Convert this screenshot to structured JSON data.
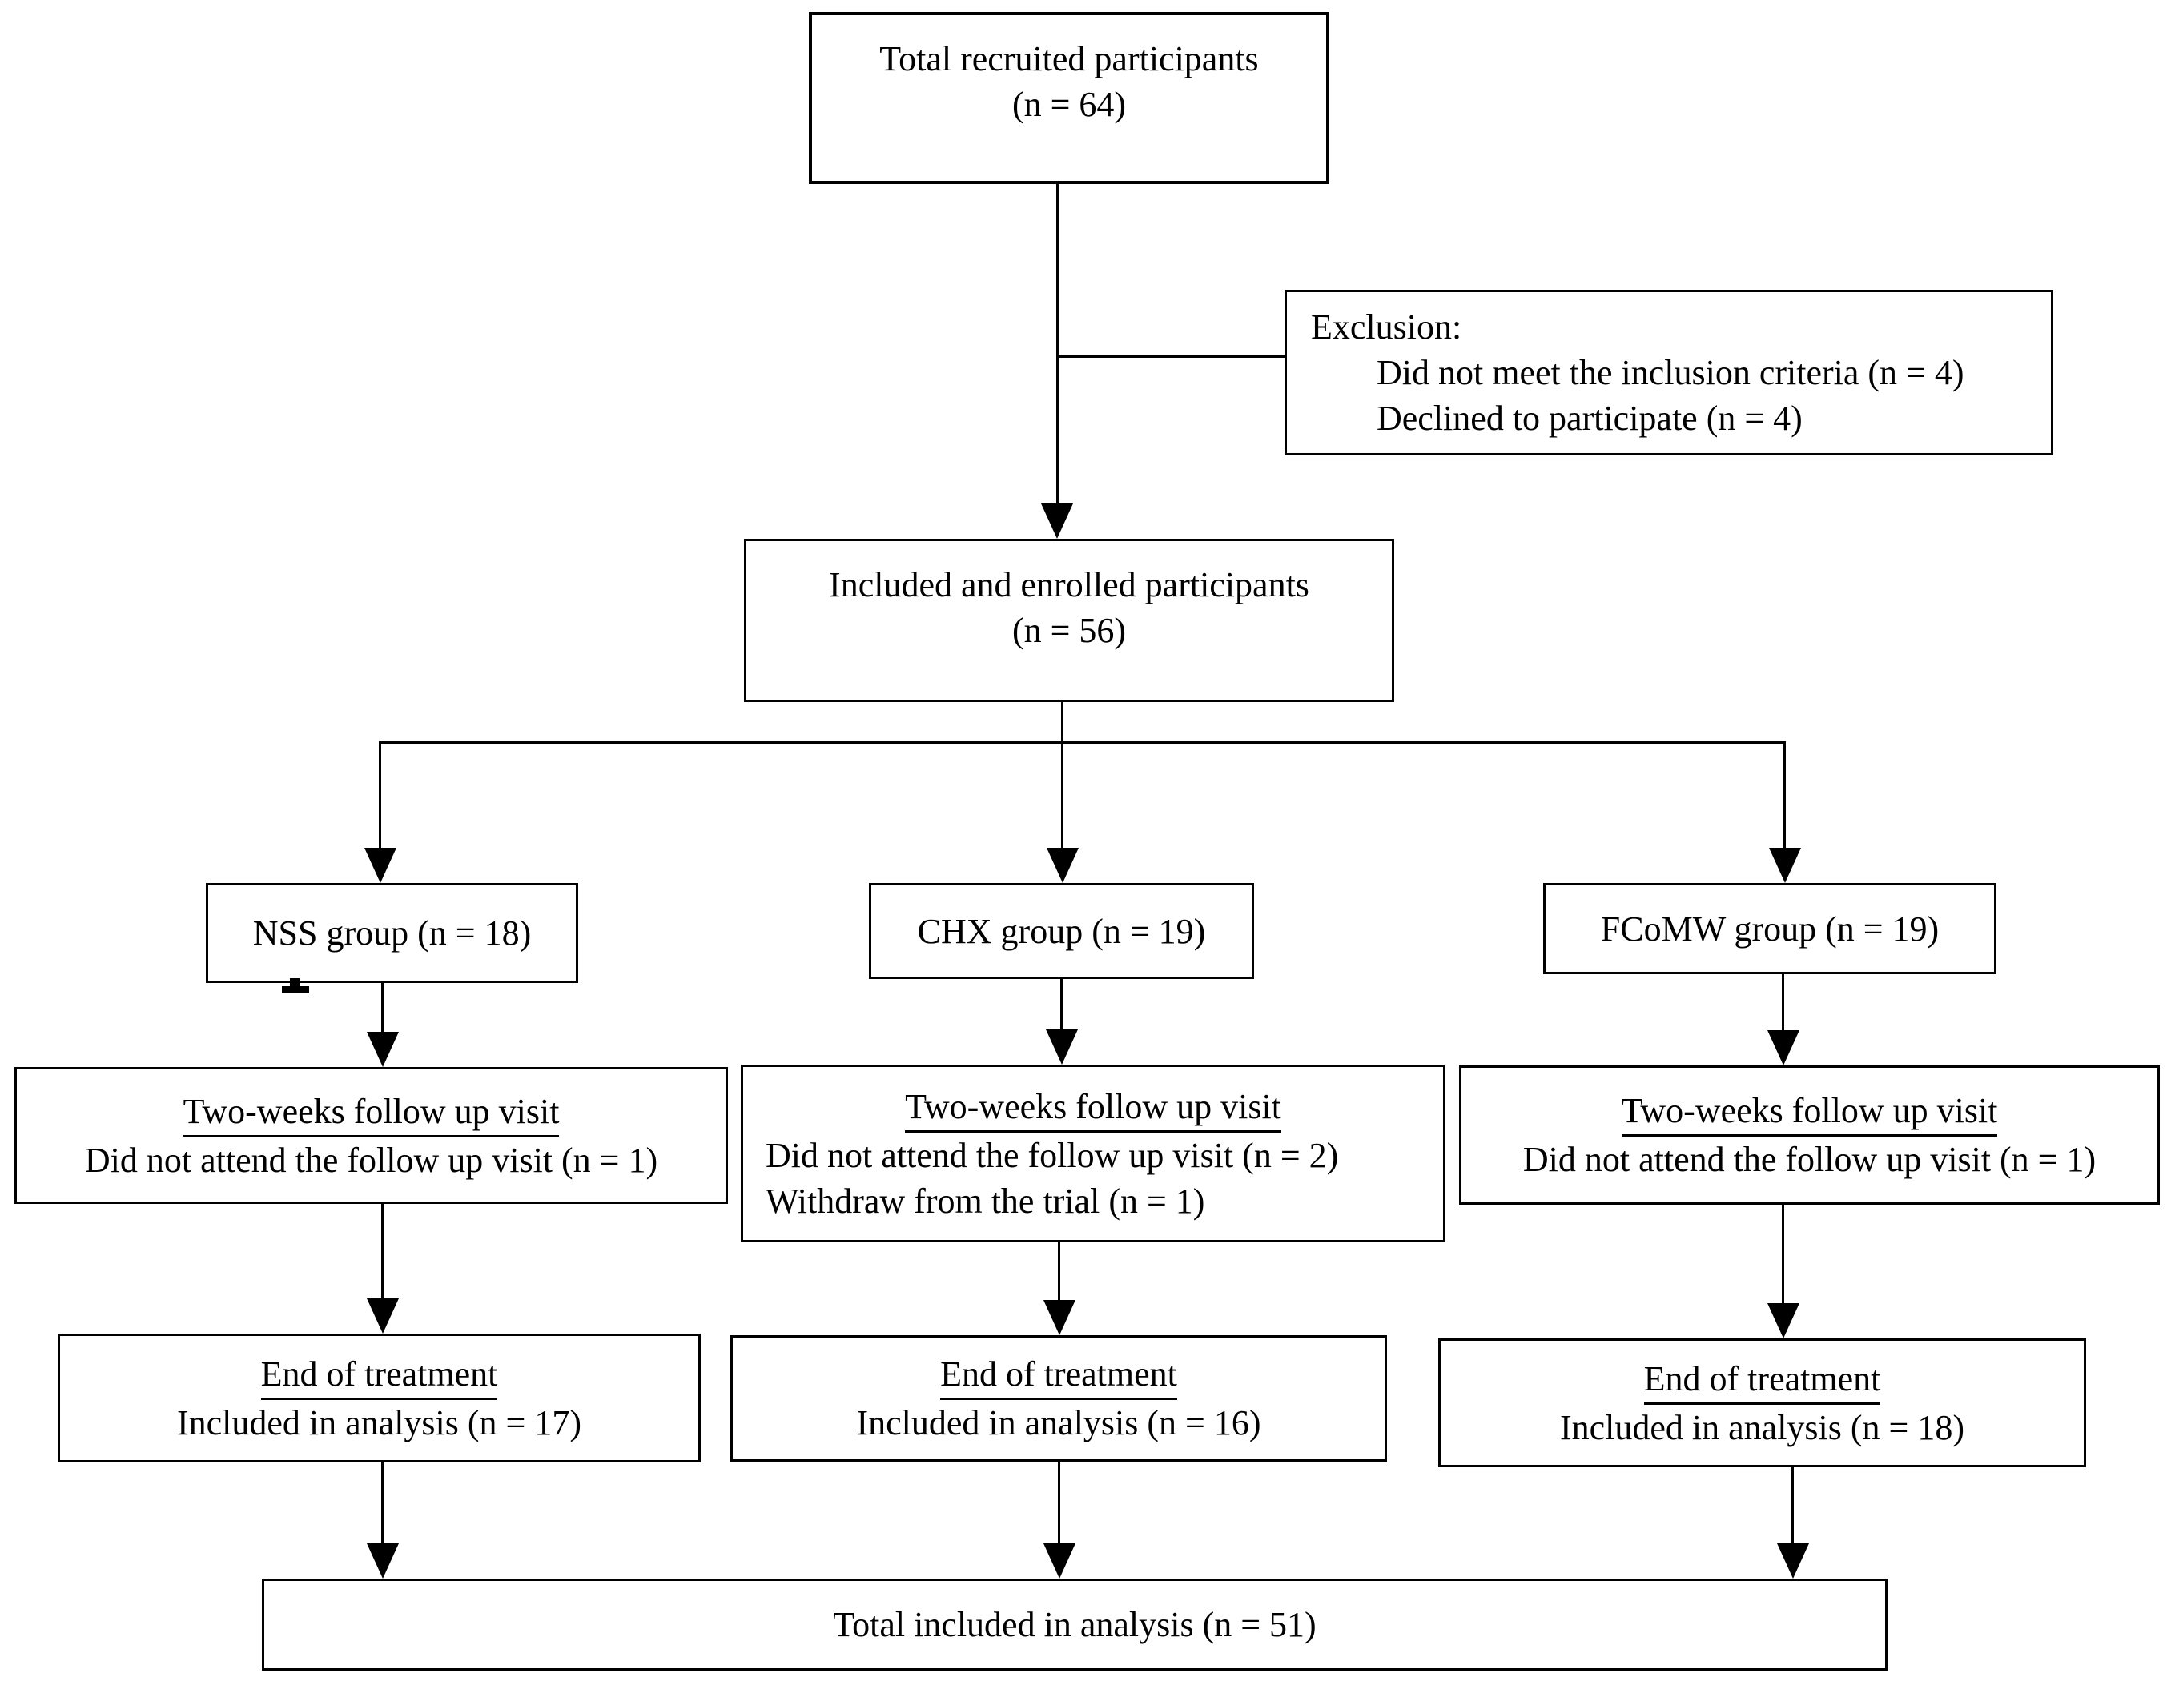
{
  "page": {
    "background_color": "#ffffff",
    "text_color": "#000000",
    "line_color": "#000000"
  },
  "nodes": {
    "recruited": {
      "line1": "Total recruited participants",
      "line2": "(n = 64)"
    },
    "exclusion": {
      "title": "Exclusion:",
      "items": [
        "Did not meet the inclusion criteria (n = 4)",
        "Declined to participate (n = 4)"
      ]
    },
    "enrolled": {
      "line1": "Included and enrolled participants",
      "line2": "(n = 56)"
    },
    "groups": [
      {
        "label": "NSS group (n = 18)",
        "followup": {
          "heading": "Two-weeks follow up visit",
          "lines": [
            "Did not attend the follow up visit (n = 1)"
          ]
        },
        "end_of_treatment": {
          "heading": "End of treatment",
          "line": "Included in analysis (n = 17)"
        }
      },
      {
        "label": "CHX group (n = 19)",
        "followup": {
          "heading": "Two-weeks follow up visit",
          "lines": [
            "Did not attend the follow up visit (n = 2)",
            "Withdraw from the trial (n = 1)"
          ]
        },
        "end_of_treatment": {
          "heading": "End of treatment",
          "line": "Included in analysis (n = 16)"
        }
      },
      {
        "label": "FCoMW group (n = 19)",
        "followup": {
          "heading": "Two-weeks follow up visit",
          "lines": [
            "Did not attend the follow up visit (n = 1)"
          ]
        },
        "end_of_treatment": {
          "heading": "End of treatment",
          "line": "Included in analysis (n = 18)"
        }
      }
    ],
    "total": {
      "label": "Total included in analysis (n = 51)"
    }
  }
}
